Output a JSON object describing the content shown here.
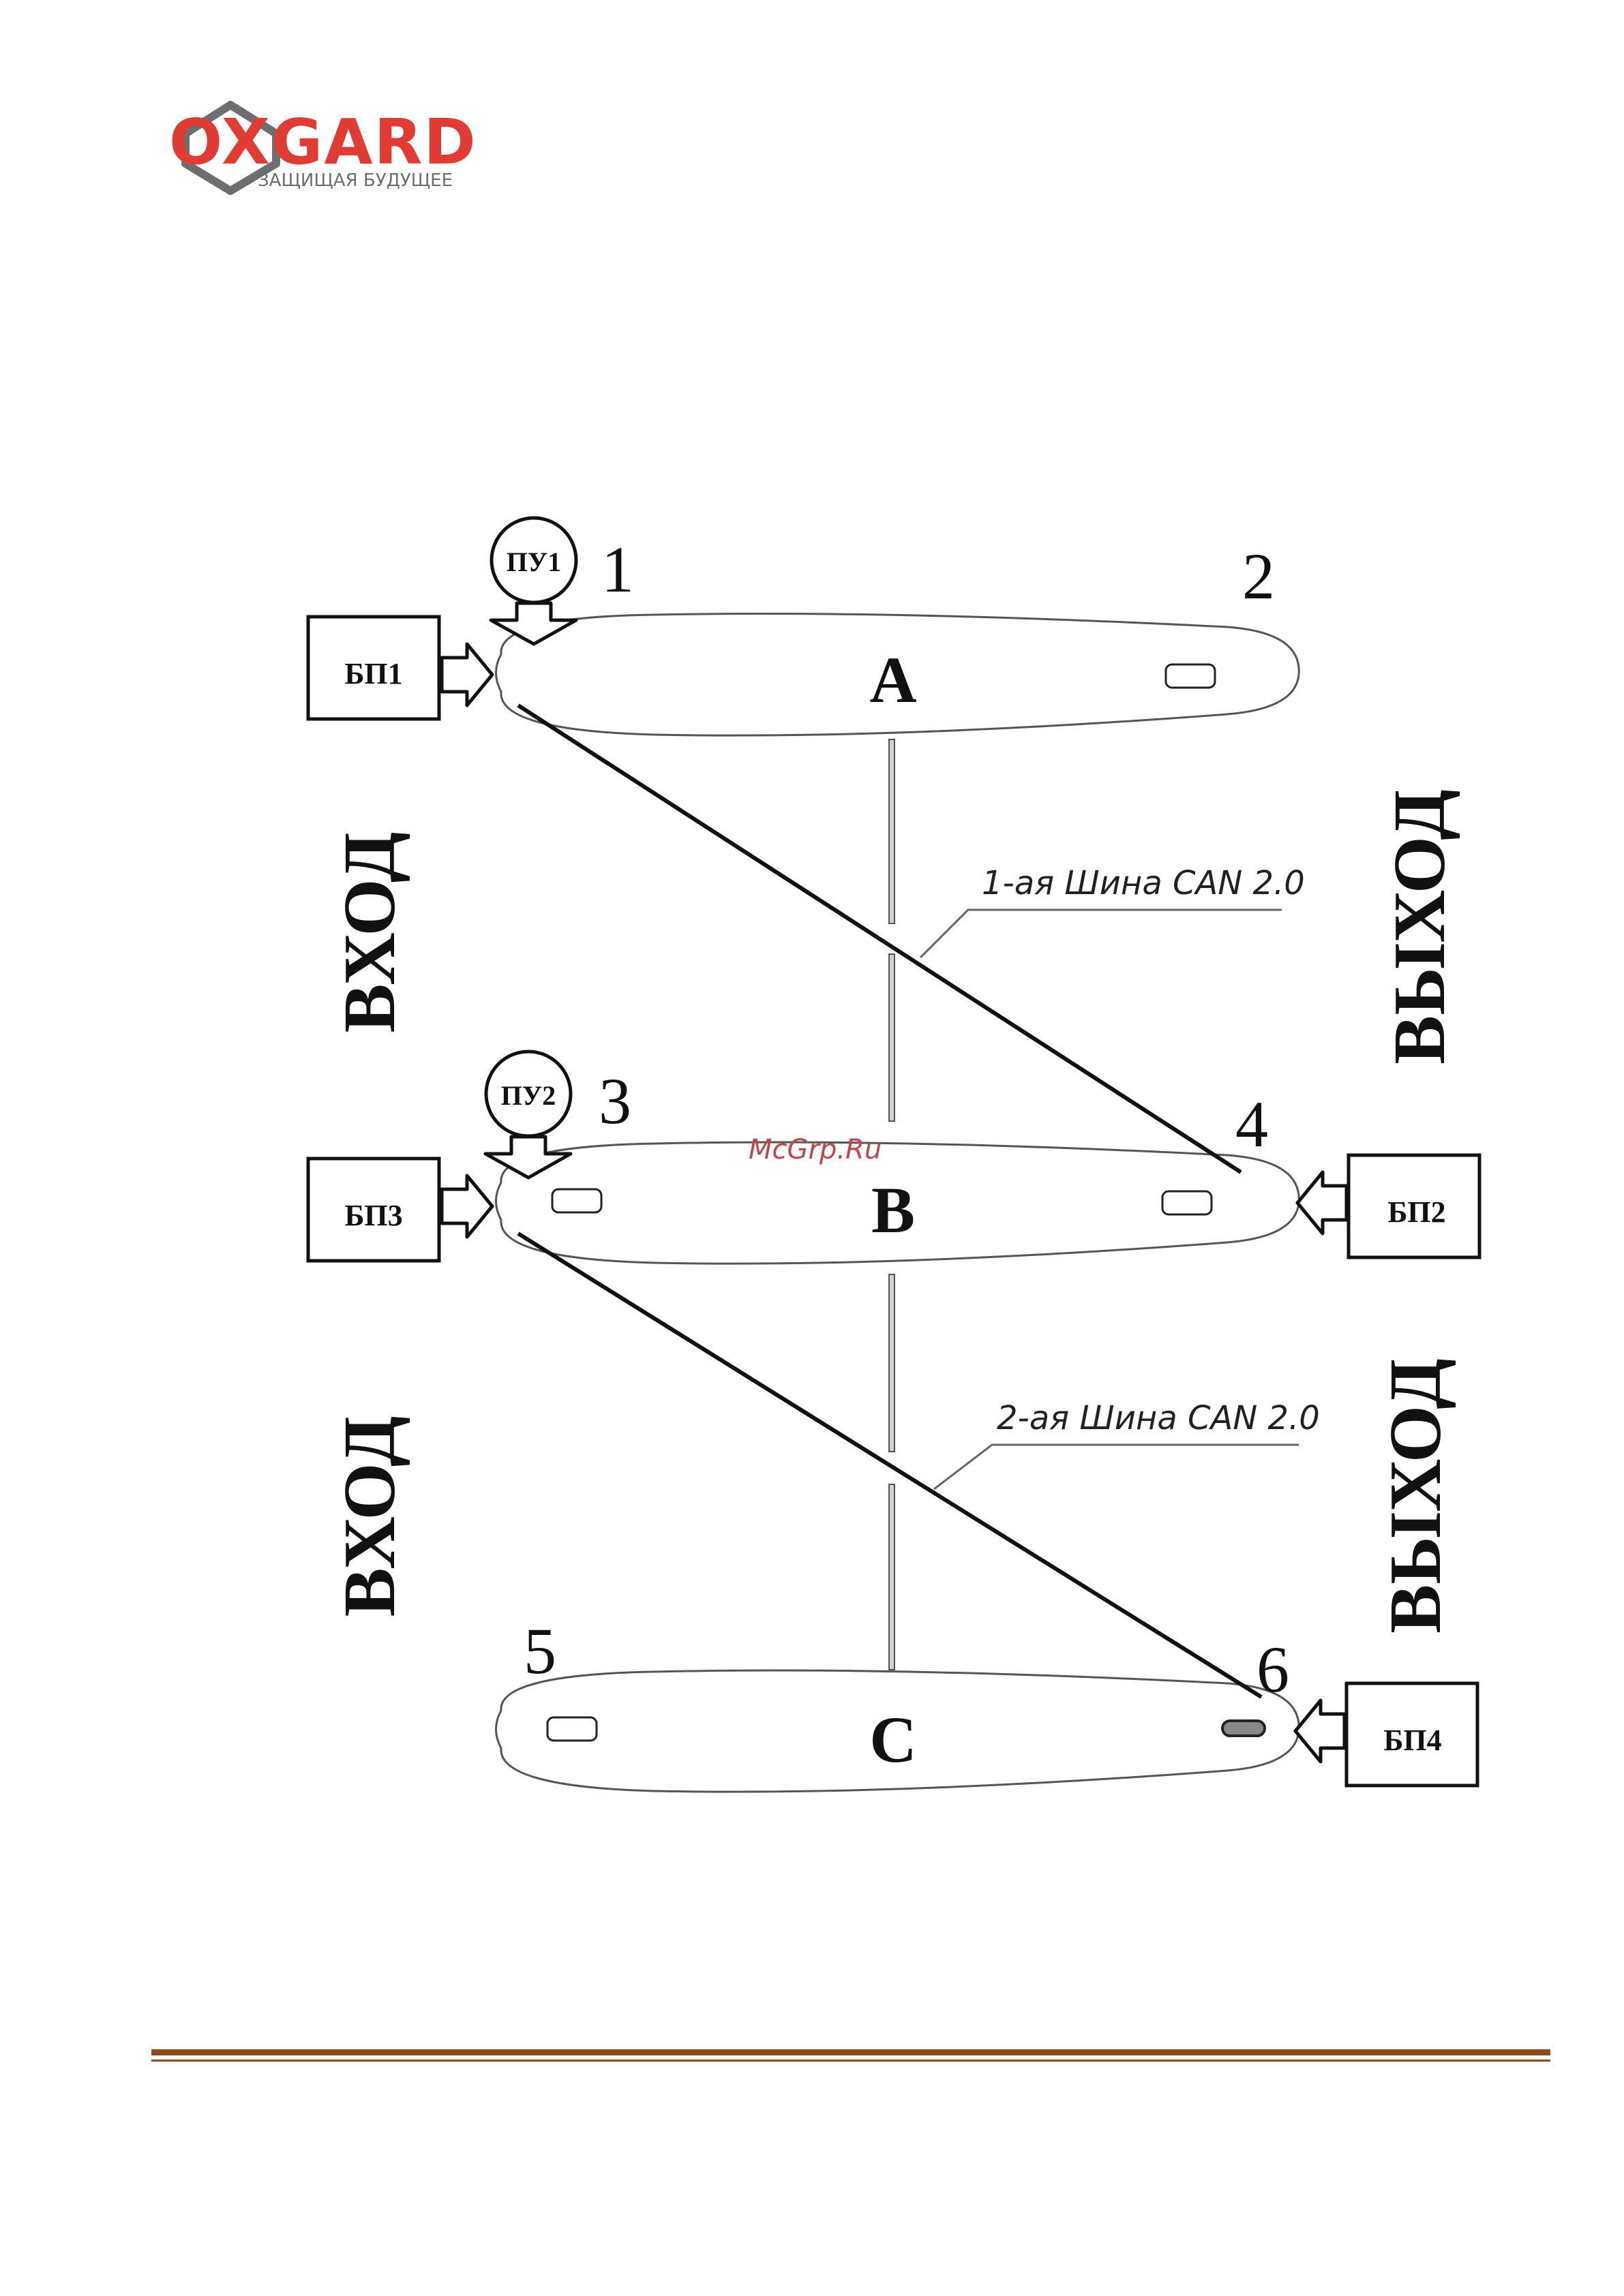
{
  "logo": {
    "brand": "OXGARD",
    "tagline": "ЗАЩИЩАЯ БУДУЩЕЕ",
    "colors": {
      "red": "#e03c33",
      "gray": "#6d6e70"
    }
  },
  "watermark": {
    "text": "McGrp.Ru",
    "color": "#c0464a"
  },
  "diagram": {
    "gates": [
      {
        "letter": "A"
      },
      {
        "letter": "B"
      },
      {
        "letter": "C"
      }
    ],
    "points": [
      "1",
      "2",
      "3",
      "4",
      "5",
      "6"
    ],
    "power_units": [
      "БП1",
      "БП2",
      "БП3",
      "БП4"
    ],
    "control_panels": [
      "ПУ1",
      "ПУ2"
    ],
    "labels": {
      "entry_1": "ВХОД",
      "entry_2": "ВХОД",
      "exit_1": "ВЫХОД",
      "exit_2": "ВЫХОД"
    },
    "buses": [
      {
        "name": "1-ая Шина CAN 2.0"
      },
      {
        "name": "2-ая Шина CAN 2.0"
      }
    ]
  },
  "footer": {
    "rule_color": "#8a4a1a"
  }
}
